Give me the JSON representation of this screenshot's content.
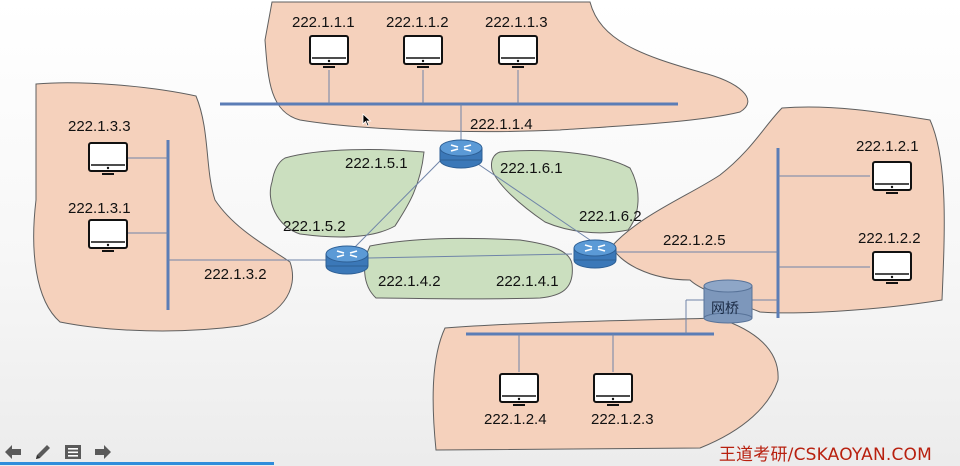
{
  "networks": {
    "top": {
      "hosts": [
        {
          "label": "222.1.1.1"
        },
        {
          "label": "222.1.1.2"
        },
        {
          "label": "222.1.1.3"
        }
      ],
      "interface_label": "222.1.1.4"
    },
    "left": {
      "hosts": [
        {
          "label": "222.1.3.3"
        },
        {
          "label": "222.1.3.1"
        }
      ],
      "interface_label": "222.1.3.2"
    },
    "right": {
      "hosts": [
        {
          "label": "222.1.2.1"
        },
        {
          "label": "222.1.2.2"
        }
      ],
      "interface_label": "222.1.2.5"
    },
    "bottom": {
      "hosts": [
        {
          "label": "222.1.2.4"
        },
        {
          "label": "222.1.2.3"
        }
      ]
    }
  },
  "links": {
    "link_5": {
      "a": "222.1.5.1",
      "b": "222.1.5.2"
    },
    "link_6": {
      "a": "222.1.6.1",
      "b": "222.1.6.2"
    },
    "link_4": {
      "a": "222.1.4.2",
      "b": "222.1.4.1"
    }
  },
  "bridge": {
    "label": "网桥"
  },
  "watermark": "王道考研/CSKAOYAN.COM",
  "toolbar": {
    "icons": [
      "arrow-left-icon",
      "pencil-icon",
      "slides-icon",
      "arrow-right-icon"
    ]
  },
  "colors": {
    "lan_fill": "#f5d1bc",
    "link_fill": "#cbdfbf",
    "bus": "#5b7db6",
    "router": "#3b78b8",
    "watermark": "#b8200f"
  }
}
